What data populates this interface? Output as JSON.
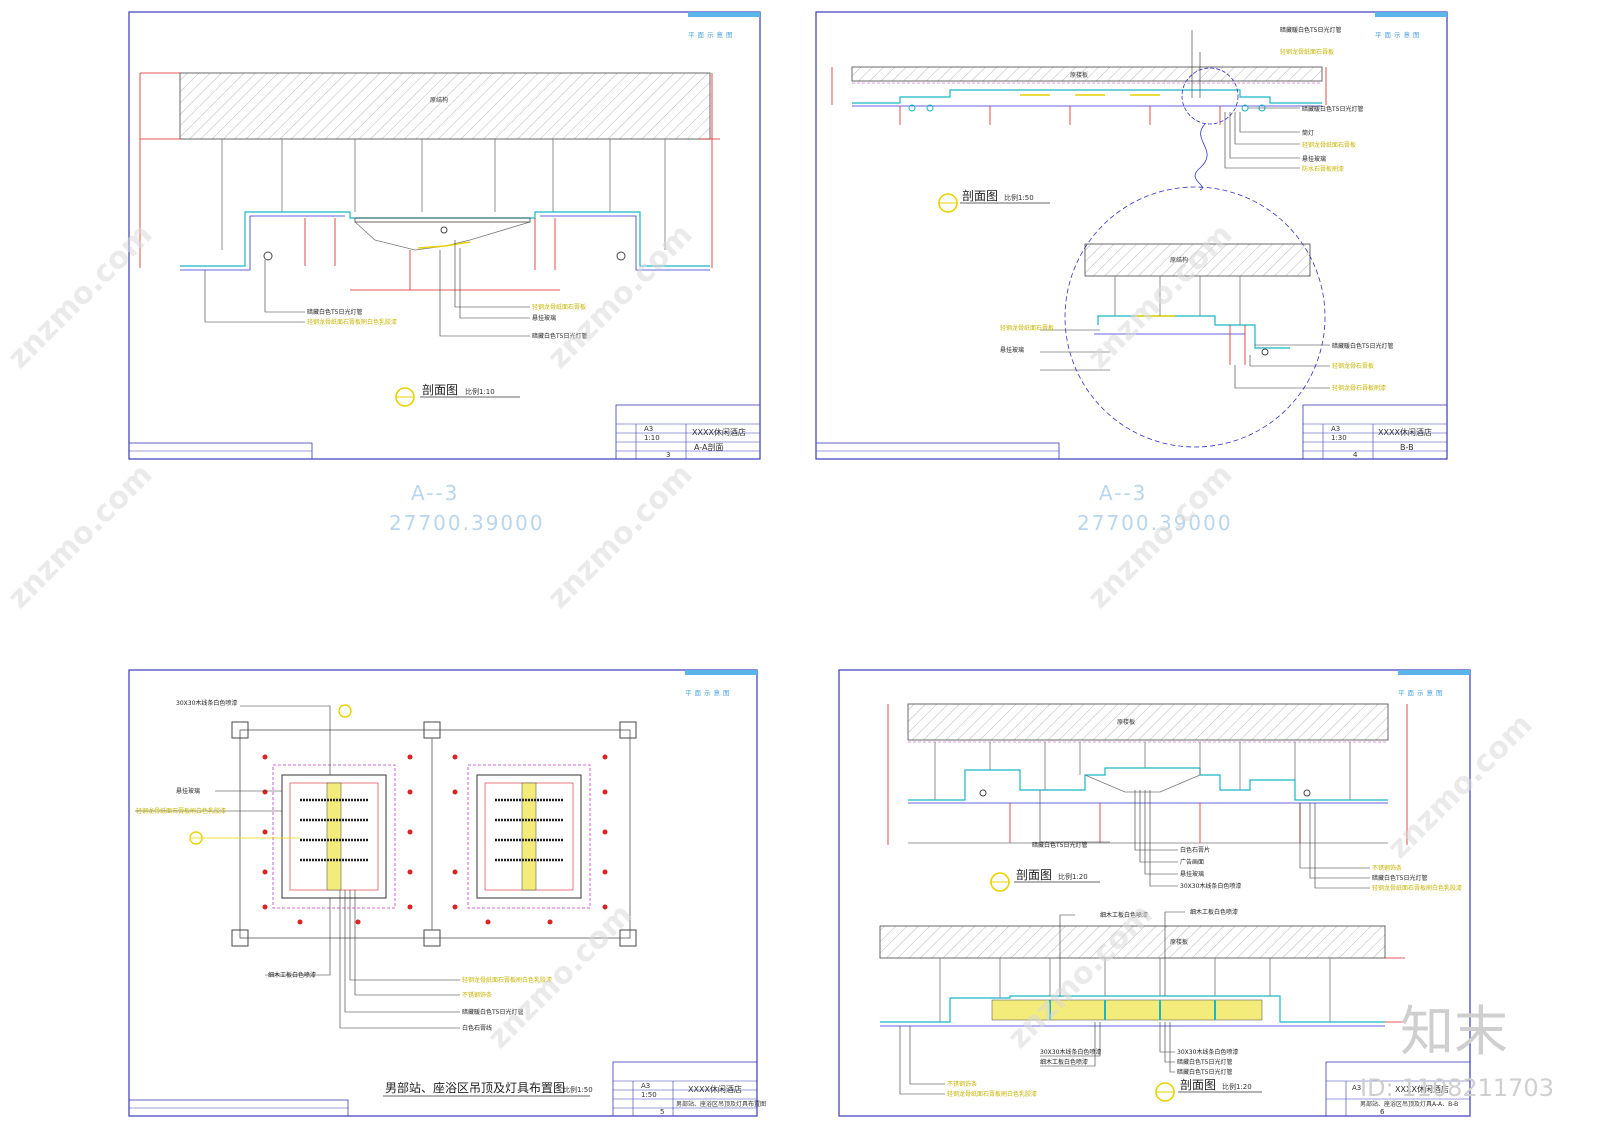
{
  "sheets": [
    {
      "tag": "平面示意图",
      "section_title": "剖面图",
      "scale": "比例1:10",
      "project": "XXXX休闲酒店",
      "drawing_name": "A-A剖面",
      "paper": "A3",
      "tb_scale": "1:10",
      "sheet_no": "3",
      "ceiling_label": "原结构",
      "notes": [
        "暗藏白色T5日光灯管",
        "轻钢龙骨纸面石膏板刷白色乳胶漆",
        "轻钢龙骨纸面石膏板",
        "悬挂玻璃",
        "暗藏白色T5日光灯管"
      ]
    },
    {
      "tag": "平面示意图",
      "section_title": "剖面图",
      "scale": "比例1:50",
      "project": "XXXX休闲酒店",
      "drawing_name": "B-B",
      "paper": "A3",
      "tb_scale": "1:30",
      "sheet_no": "4",
      "ceiling_label": "原楼板",
      "detail_label": "原结构",
      "notes": [
        "暗藏暖白色T5日光灯管",
        "轻钢龙骨纸面石膏板",
        "暗藏暖白色T5日光灯管",
        "筒灯",
        "轻钢龙骨纸面石膏板",
        "悬挂玻璃",
        "防水石膏板刷漆",
        "轻钢龙骨纸面石膏板",
        "悬挂玻璃",
        "暗藏暖白色T5日光灯管",
        "轻钢龙骨石膏板",
        "轻钢龙骨石膏板刷漆"
      ]
    },
    {
      "tag": "平面示意图",
      "plan_title": "男部站、座浴区吊顶及灯具布置图",
      "scale": "比例1:50",
      "project": "XXXX休闲酒店",
      "drawing_name": "男部站、座浴区吊顶及灯具布置图",
      "paper": "A3",
      "tb_scale": "1:50",
      "sheet_no": "5",
      "notes": [
        "30X30木线条白色喷漆",
        "悬挂玻璃",
        "轻钢龙骨纸面石膏板刷白色乳胶漆",
        "细木工板白色喷漆",
        "轻钢龙骨纸面石膏板刷白色乳胶漆",
        "不锈钢饰条",
        "暗藏暖白色T5日光灯管",
        "白色石膏线"
      ]
    },
    {
      "tag": "平面示意图",
      "section_title": "剖面图",
      "scale": "比例1:20",
      "section_title_2": "剖面图",
      "scale_2": "比例1:20",
      "project": "XXXX休闲酒店",
      "drawing_name": "男部站、座浴区吊顶及灯具A-A、B-B",
      "paper": "A3",
      "sheet_no": "6",
      "ceiling_label": "原楼板",
      "ceiling_label_2": "原楼板",
      "notes_top": [
        "暗藏白色T5日光灯管",
        "白色石膏片",
        "广告画面",
        "悬挂玻璃",
        "30X30木线条白色喷漆",
        "不锈钢饰条",
        "暗藏白色T5日光灯管",
        "轻钢龙骨纸面石膏板刷白色乳胶漆"
      ],
      "notes_bottom": [
        "细木工板白色喷漆",
        "细木工板白色喷漆",
        "30X30木线条白色喷漆",
        "细木工板白色喷漆",
        "30X30木线条白色喷漆",
        "暗藏白色T5日光灯管",
        "暗藏白色T5日光灯管",
        "不锈钢饰条",
        "轻钢龙骨纸面石膏板刷白色乳胶漆"
      ]
    }
  ],
  "paper_labels": [
    {
      "size": "A--3",
      "dims": "27700.39000"
    },
    {
      "size": "A--3",
      "dims": "27700.39000"
    }
  ],
  "watermark": "znzmo.com",
  "brand": "知末",
  "brand_id": "ID: 1108211703"
}
